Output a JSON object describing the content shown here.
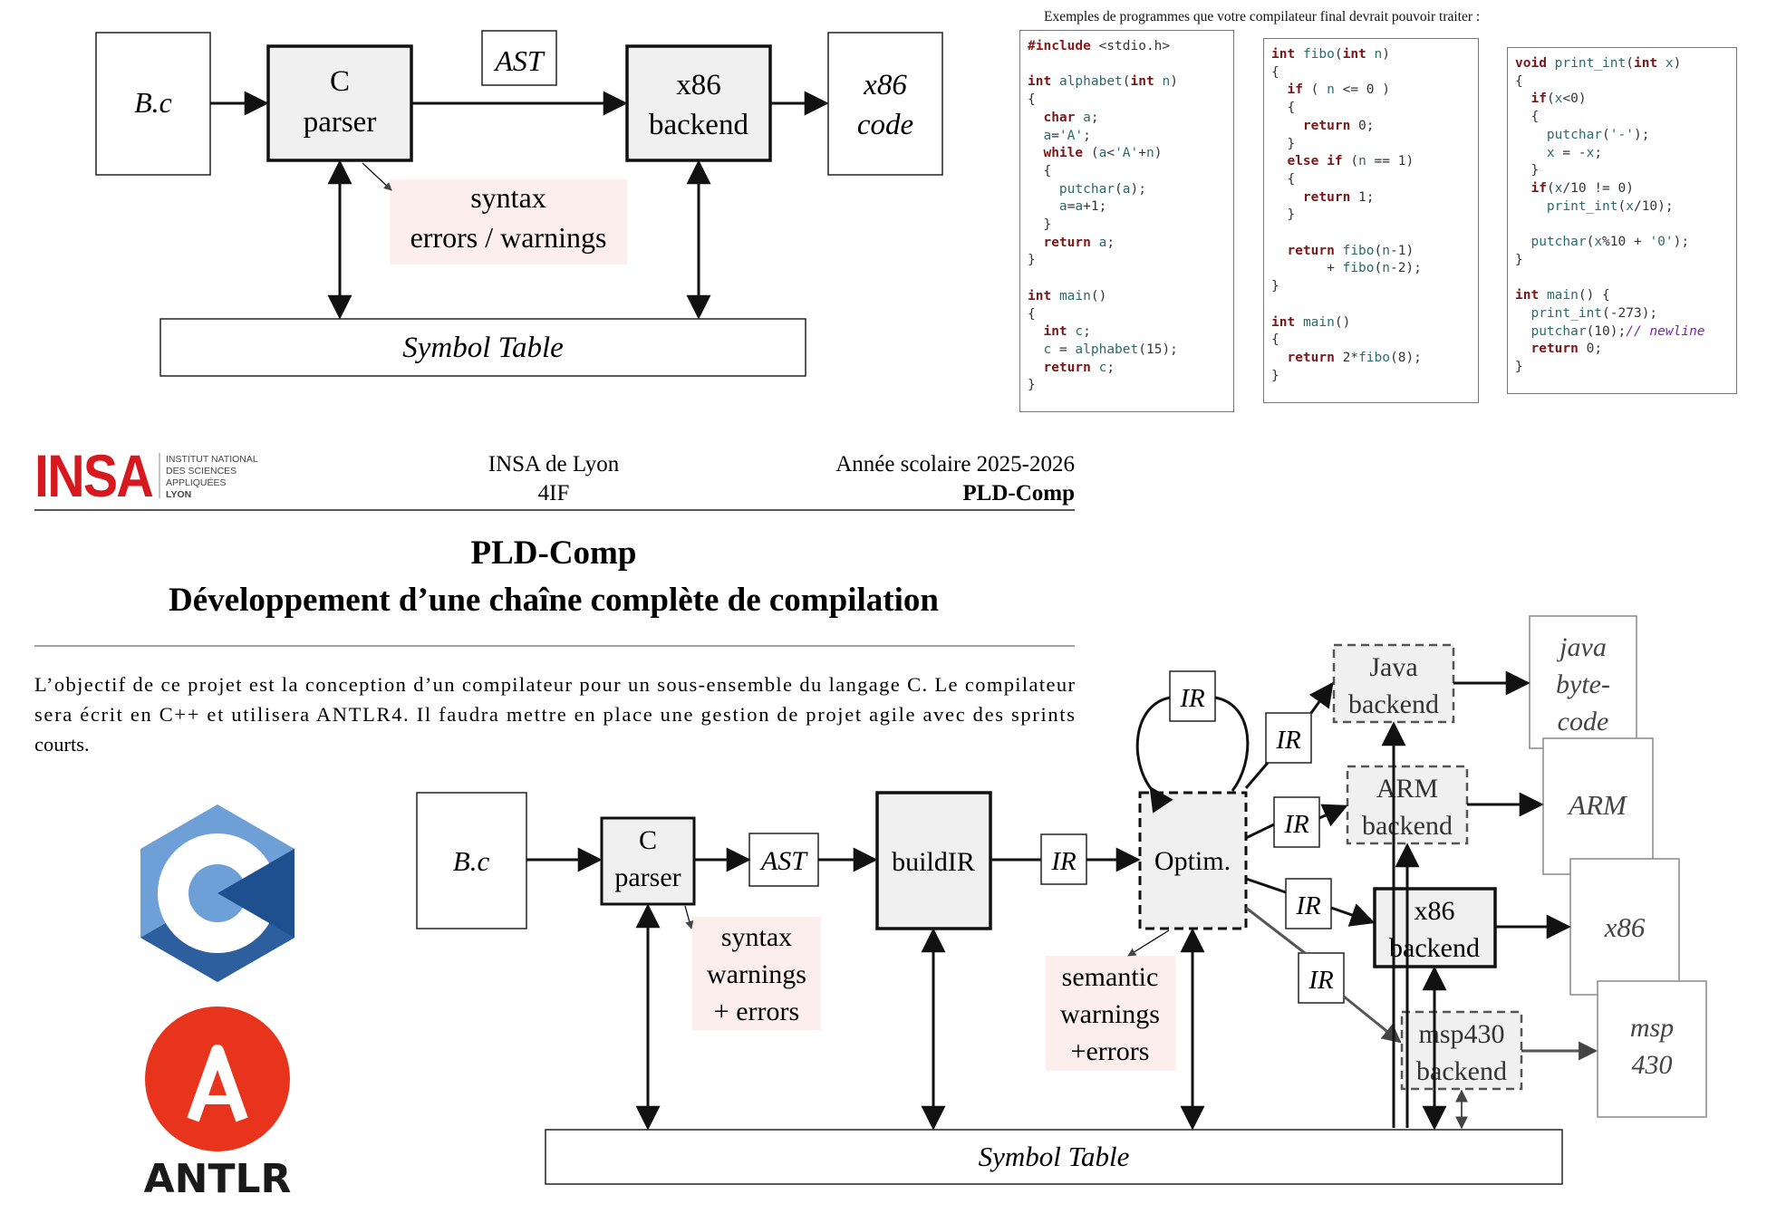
{
  "top_diagram": {
    "source": "B.c",
    "parser_line1": "C",
    "parser_line2": "parser",
    "ast": "AST",
    "backend_line1": "x86",
    "backend_line2": "backend",
    "code_line1": "x86",
    "code_line2": "code",
    "errors_line1": "syntax",
    "errors_line2": "errors / warnings",
    "symbol_table": "Symbol Table"
  },
  "examples": {
    "caption": "Exemples de programmes que votre compilateur final devrait pouvoir traiter :",
    "program1": [
      "#include <stdio.h>",
      "",
      "int alphabet(int n)",
      "{",
      "  char a;",
      "  a='A';",
      "  while (a<'A'+n)",
      "  {",
      "    putchar(a);",
      "    a=a+1;",
      "  }",
      "  return a;",
      "}",
      "",
      "int main()",
      "{",
      "  int c;",
      "  c = alphabet(15);",
      "  return c;",
      "}"
    ],
    "program2": [
      "int fibo(int n)",
      "{",
      "  if ( n <= 0 )",
      "  {",
      "    return 0;",
      "  }",
      "  else if (n == 1)",
      "  {",
      "    return 1;",
      "  }",
      "",
      "  return fibo(n-1)",
      "       + fibo(n-2);",
      "}",
      "",
      "int main()",
      "{",
      "  return 2*fibo(8);",
      "}"
    ],
    "program3": [
      "void print_int(int x)",
      "{",
      "  if(x<0)",
      "  {",
      "    putchar('-');",
      "    x = -x;",
      "  }",
      "  if(x/10 != 0)",
      "    print_int(x/10);",
      "",
      "  putchar(x%10 + '0');",
      "}",
      "",
      "int main() {",
      "  print_int(-273);",
      "  putchar(10);// newline",
      "  return 0;",
      "}"
    ]
  },
  "header": {
    "logo_text": "INSA",
    "logo_sub": [
      "INSTITUT NATIONAL",
      "DES SCIENCES",
      "APPLIQUÉES",
      "LYON"
    ],
    "school": "INSA de Lyon",
    "dept": "4IF",
    "year": "Année scolaire 2025-2026",
    "course": "PLD-Comp"
  },
  "title": {
    "line1": "PLD-Comp",
    "line2": "Développement d’une chaîne complète de compilation"
  },
  "intro": {
    "line1": "L’objectif de ce projet est la conception d’un compilateur pour un sous-ensemble du langage C. Le compilateur",
    "line2": "sera écrit en C++ et utilisera ANTLR4. Il faudra mettre en place une gestion de projet agile avec des sprints",
    "line3": "courts."
  },
  "logos": {
    "antlr": "ANTLR"
  },
  "bottom_diagram": {
    "source": "B.c",
    "parser_line1": "C",
    "parser_line2": "parser",
    "ast": "AST",
    "buildir": "buildIR",
    "ir": "IR",
    "optim": "Optim.",
    "syntax_line1": "syntax",
    "syntax_line2": "warnings",
    "syntax_line3": "+ errors",
    "semantic_line1": "semantic",
    "semantic_line2": "warnings",
    "semantic_line3": "+errors",
    "java_backend_line1": "Java",
    "java_backend_line2": "backend",
    "java_out_line1": "java",
    "java_out_line2": "byte-",
    "java_out_line3": "code",
    "arm_backend_line1": "ARM",
    "arm_backend_line2": "backend",
    "arm_out": "ARM",
    "x86_backend_line1": "x86",
    "x86_backend_line2": "backend",
    "x86_out": "x86",
    "msp_backend_line1": "msp430",
    "msp_backend_line2": "backend",
    "msp_out_line1": "msp",
    "msp_out_line2": "430",
    "symbol_table": "Symbol Table"
  },
  "colors": {
    "insa_red": "#d7191f",
    "note_bg": "#fdeeee",
    "box_fill": "#f0f0f0",
    "c_logo_light": "#6e9fd6",
    "c_logo_dark": "#1e4f8f",
    "antlr_red": "#e8341c"
  }
}
